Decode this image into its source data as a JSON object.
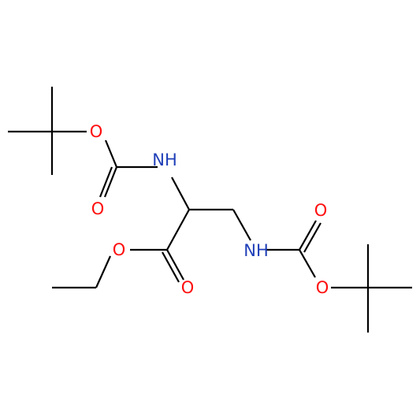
{
  "colors": {
    "background": "#ffffff",
    "bond": "#000000",
    "oxygen": "#ff0d0d",
    "nitrogen": "#1f3fb8"
  },
  "atoms": {
    "o_boc1_ether": "O",
    "o_boc1_carbonyl": "O",
    "n_alpha": "NH",
    "o_ester_ether": "O",
    "o_ester_carbonyl": "O",
    "n_beta": "NH",
    "o_boc2_carbonyl": "O",
    "o_boc2_ether": "O"
  }
}
